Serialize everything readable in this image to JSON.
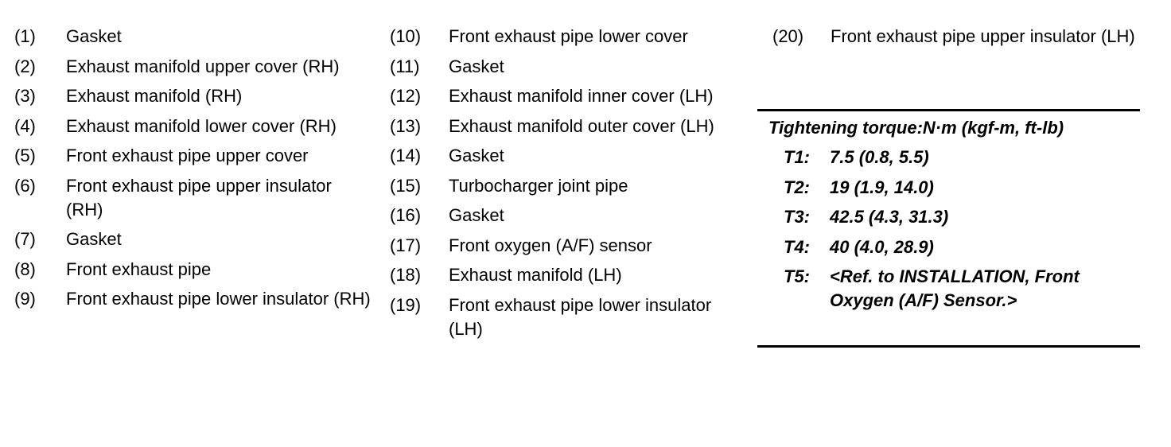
{
  "columns": [
    [
      {
        "num": "(1)",
        "label": "Gasket"
      },
      {
        "num": "(2)",
        "label": "Exhaust manifold upper cover (RH)"
      },
      {
        "num": "(3)",
        "label": "Exhaust manifold (RH)"
      },
      {
        "num": "(4)",
        "label": "Exhaust manifold lower cover (RH)"
      },
      {
        "num": "(5)",
        "label": "Front exhaust pipe upper cover"
      },
      {
        "num": "(6)",
        "label": "Front exhaust pipe upper insulator (RH)"
      },
      {
        "num": "(7)",
        "label": "Gasket"
      },
      {
        "num": "(8)",
        "label": "Front exhaust pipe"
      },
      {
        "num": "(9)",
        "label": "Front exhaust pipe lower insulator (RH)"
      }
    ],
    [
      {
        "num": "(10)",
        "label": "Front exhaust pipe lower cover"
      },
      {
        "num": "(11)",
        "label": "Gasket"
      },
      {
        "num": "(12)",
        "label": "Exhaust manifold inner cover (LH)"
      },
      {
        "num": "(13)",
        "label": "Exhaust manifold outer cover (LH)"
      },
      {
        "num": "(14)",
        "label": "Gasket"
      },
      {
        "num": "(15)",
        "label": "Turbocharger joint pipe"
      },
      {
        "num": "(16)",
        "label": "Gasket"
      },
      {
        "num": "(17)",
        "label": "Front oxygen (A/F) sensor"
      },
      {
        "num": "(18)",
        "label": "Exhaust manifold (LH)"
      },
      {
        "num": "(19)",
        "label": "Front exhaust pipe lower insulator (LH)"
      }
    ],
    [
      {
        "num": "(20)",
        "label": "Front exhaust pipe upper insulator (LH)"
      }
    ]
  ],
  "torque": {
    "title": "Tightening torque:N·m (kgf-m, ft-lb)",
    "rows": [
      {
        "key": "T1:",
        "value": "7.5 (0.8, 5.5)"
      },
      {
        "key": "T2:",
        "value": "19 (1.9, 14.0)"
      },
      {
        "key": "T3:",
        "value": "42.5 (4.3, 31.3)"
      },
      {
        "key": "T4:",
        "value": "40 (4.0, 28.9)"
      },
      {
        "key": "T5:",
        "value": "<Ref. to INSTALLATION, Front Oxygen (A/F) Sensor.>"
      }
    ]
  }
}
